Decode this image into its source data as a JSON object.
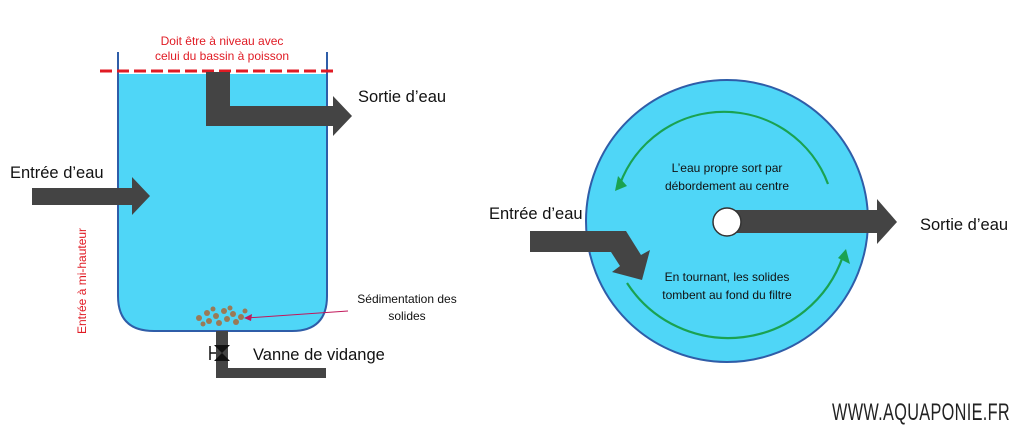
{
  "left_diagram": {
    "level_note_line1": "Doit être à niveau avec",
    "level_note_line2": "celui du bassin à poisson",
    "outlet_label": "Sortie d’eau",
    "inlet_label": "Entrée d’eau",
    "inlet_height_note": "Entrée à mi-hauteur",
    "sediment_label_line1": "Sédimentation des",
    "sediment_label_line2": "solides",
    "valve_label": "Vanne de vidange"
  },
  "right_diagram": {
    "inlet_label": "Entrée d’eau",
    "outlet_label": "Sortie d’eau",
    "top_text_line1": "L’eau propre sort par",
    "top_text_line2": "débordement au centre",
    "bottom_text_line1": "En tournant, les solides",
    "bottom_text_line2": "tombent au fond du filtre"
  },
  "watermark": "WWW.AQUAPONIE.FR",
  "colors": {
    "water": "#4fd6f7",
    "tank_outline": "#2f5da8",
    "pipe": "#444444",
    "warning_red": "#e01b24",
    "flow_arrow": "#1aa251",
    "sediment": "#9a7a56"
  }
}
